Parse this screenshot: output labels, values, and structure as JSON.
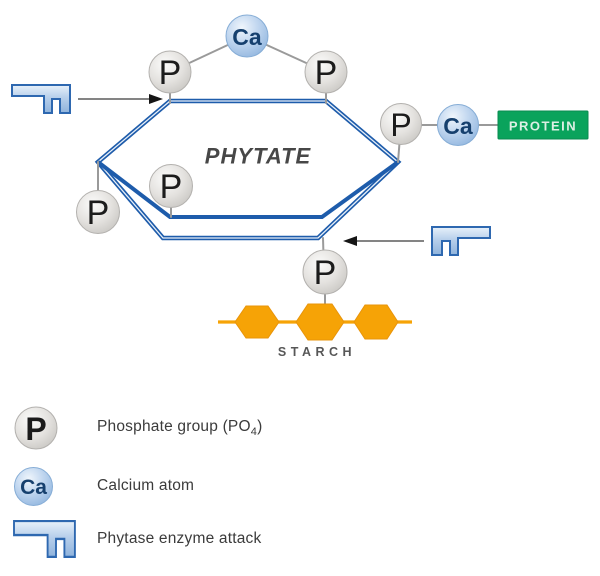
{
  "diagram": {
    "ring_label": "PHYTATE",
    "phosphate_symbol": "P",
    "calcium_symbol": "Ca",
    "protein_label": "PROTEIN",
    "starch_label": "STARCH"
  },
  "legend": {
    "phosphate_symbol": "P",
    "calcium_symbol": "Ca",
    "phosphate_label_pre": "Phosphate group (PO",
    "phosphate_label_sub": "4",
    "phosphate_label_post": ")",
    "calcium_label": "Calcium atom",
    "phytase_label": "Phytase enzyme attack"
  },
  "colors": {
    "ring_blue": "#1E5CAB",
    "enzyme_blue": "#2E68B0",
    "protein_green": "#0AA35C",
    "starch_orange": "#F6A306",
    "phosphate_gray": "#DDDBD8",
    "calcium_blue": "#AECBEC",
    "bond_gray": "#9A9A9A"
  }
}
